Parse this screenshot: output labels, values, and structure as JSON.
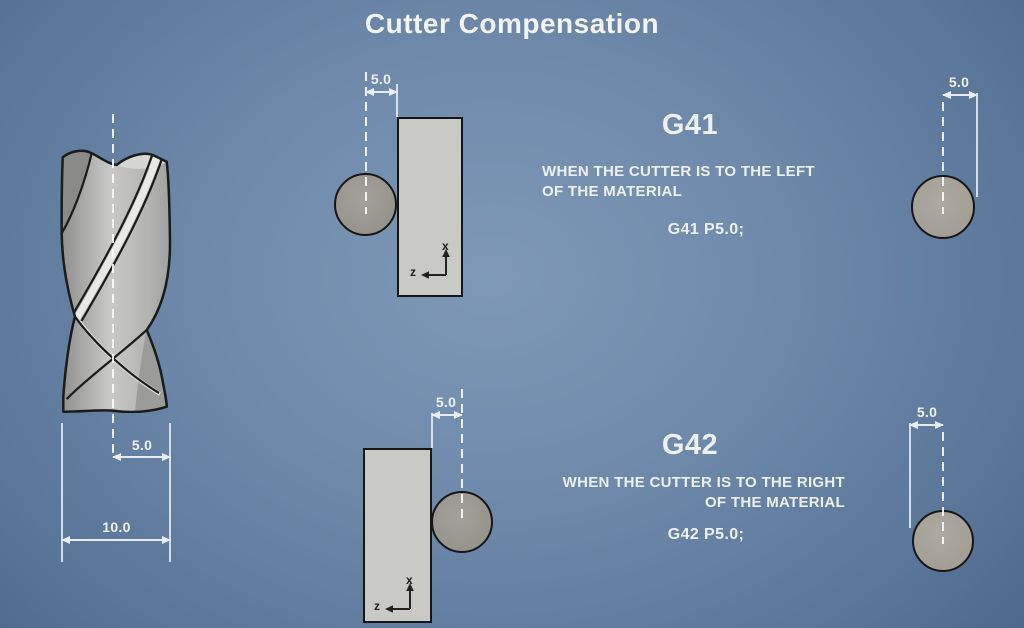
{
  "title": "Cutter Compensation",
  "tool_diagram": {
    "radius_dim": "5.0",
    "diameter_dim": "10.0"
  },
  "axes": {
    "x": "x",
    "z": "z"
  },
  "g41": {
    "heading": "G41",
    "desc_line1": "WHEN THE CUTTER IS TO THE LEFT",
    "desc_line2": "OF THE MATERIAL",
    "code": "G41 P5.0;",
    "material_offset_dim": "5.0",
    "cutter_offset_dim": "5.0"
  },
  "g42": {
    "heading": "G42",
    "desc_line1": "WHEN THE CUTTER IS TO THE RIGHT",
    "desc_line2": "OF THE MATERIAL",
    "code": "G42 P5.0;",
    "material_offset_dim": "5.0",
    "cutter_offset_dim": "5.0"
  },
  "colors": {
    "background_center": "#7e97b7",
    "background_edge": "#42587a",
    "material_fill": "#c9c9c6",
    "cutter_fill": "#9e9a94",
    "outline": "#1a1a1a",
    "dimension_line": "#e9edf2",
    "text": "#eef1f4"
  }
}
